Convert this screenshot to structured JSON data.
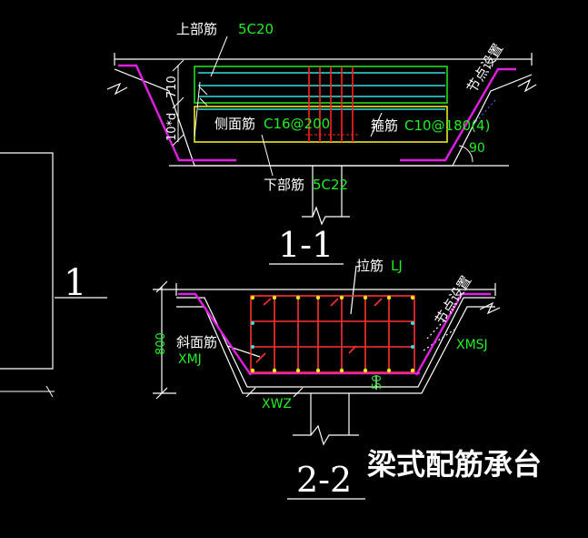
{
  "colors": {
    "background": "#000000",
    "outline": "#ffffff",
    "slab": "#e020e0",
    "top_bar": "#22dd22",
    "side_bar": "#33e0e0",
    "bottom_bar": "#e8e820",
    "stirrup": "#ff2222",
    "grid": "#ff3030",
    "green_text": "#22ee22",
    "white_text": "#ffffff"
  },
  "section_1_1": {
    "top_bar_label": "上部筋",
    "top_bar_spec": "5C20",
    "height_dim": "710",
    "side_dim": "10*d",
    "side_bar_label": "侧面筋",
    "side_bar_spec": "C16@200",
    "stirrup_label": "箍筋",
    "stirrup_spec": "C10@180(4)",
    "node_note": "节点设置",
    "angle": "90",
    "bottom_bar_label": "下部筋",
    "bottom_bar_spec": "5C22",
    "title": "1-1"
  },
  "section_2_2": {
    "tie_label": "拉筋",
    "tie_spec": "LJ",
    "node_note": "节点设置",
    "height_dim": "800",
    "slope_label": "斜面筋",
    "slope_spec": "XMJ",
    "xmsj": "XMSJ",
    "xwz": "XWZ",
    "cover_dim": "50",
    "title": "2-2"
  },
  "side_marker": "1",
  "caption": "梁式配筋承台"
}
